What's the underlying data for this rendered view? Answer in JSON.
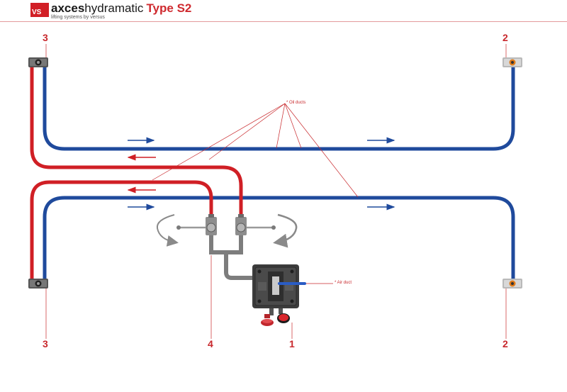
{
  "header": {
    "logo_text": "VS",
    "title_brand_bold": "axces",
    "title_brand_light": "hydra",
    "title_brand_accent": "matic",
    "title_type": "Type S2",
    "subtitle": "lifting systems by versus"
  },
  "colors": {
    "accent": "#c8282c",
    "supply_red": "#d01f25",
    "return_blue": "#1f4a9c",
    "annotation": "#c8282c",
    "valve_grey": "#8a8a8a",
    "pump_body": "#3a3a3a"
  },
  "labels": {
    "top_left": "3",
    "top_right": "2",
    "bottom_left": "3",
    "bottom_center": "4",
    "bottom_pump": "1",
    "bottom_right": "2"
  },
  "annotations": {
    "oil_ducts": "* Oil ducts",
    "air_duct": "* Air duct"
  },
  "icons": {
    "cylinders": "hydraulic-cylinder-icon",
    "valves": "ball-valve-icon",
    "pump": "air-hydraulic-pump-icon",
    "rotation": "rotate-arrow-icon"
  }
}
